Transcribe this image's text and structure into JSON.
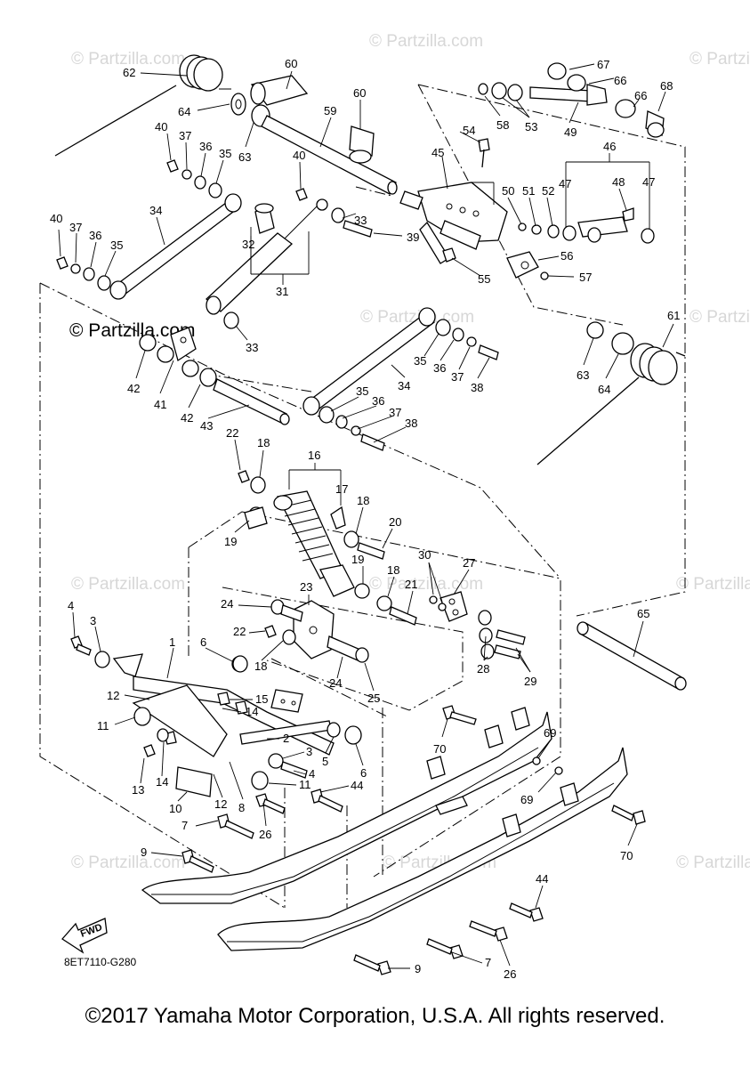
{
  "watermark": {
    "site": "© Partzilla.com"
  },
  "brand": {
    "text": "© Partzilla.com"
  },
  "diagram_code": "8ET7110-G280",
  "fwd_label": "FWD",
  "copyright": "©2017 Yamaha Motor Corporation, U.S.A. All rights reserved.",
  "callouts": [
    {
      "id": "c62",
      "text": "62"
    },
    {
      "id": "c60a",
      "text": "60"
    },
    {
      "id": "c60b",
      "text": "60"
    },
    {
      "id": "c64a",
      "text": "64"
    },
    {
      "id": "c59",
      "text": "59"
    },
    {
      "id": "c63a",
      "text": "63"
    },
    {
      "id": "c40a",
      "text": "40"
    },
    {
      "id": "c37a",
      "text": "37"
    },
    {
      "id": "c36a",
      "text": "36"
    },
    {
      "id": "c35a",
      "text": "35"
    },
    {
      "id": "c40b",
      "text": "40"
    },
    {
      "id": "c34a",
      "text": "34"
    },
    {
      "id": "c40c",
      "text": "40"
    },
    {
      "id": "c37b",
      "text": "37"
    },
    {
      "id": "c36b",
      "text": "36"
    },
    {
      "id": "c35b",
      "text": "35"
    },
    {
      "id": "c32",
      "text": "32"
    },
    {
      "id": "c31",
      "text": "31"
    },
    {
      "id": "c33a",
      "text": "33"
    },
    {
      "id": "c39",
      "text": "39"
    },
    {
      "id": "c33b",
      "text": "33"
    },
    {
      "id": "c67",
      "text": "67"
    },
    {
      "id": "c66a",
      "text": "66"
    },
    {
      "id": "c66b",
      "text": "66"
    },
    {
      "id": "c68",
      "text": "68"
    },
    {
      "id": "c58",
      "text": "58"
    },
    {
      "id": "c53",
      "text": "53"
    },
    {
      "id": "c49",
      "text": "49"
    },
    {
      "id": "c54",
      "text": "54"
    },
    {
      "id": "c45",
      "text": "45"
    },
    {
      "id": "c46",
      "text": "46"
    },
    {
      "id": "c50",
      "text": "50"
    },
    {
      "id": "c51",
      "text": "51"
    },
    {
      "id": "c52",
      "text": "52"
    },
    {
      "id": "c47a",
      "text": "47"
    },
    {
      "id": "c48",
      "text": "48"
    },
    {
      "id": "c47b",
      "text": "47"
    },
    {
      "id": "c56",
      "text": "56"
    },
    {
      "id": "c55",
      "text": "55"
    },
    {
      "id": "c57",
      "text": "57"
    },
    {
      "id": "c61",
      "text": "61"
    },
    {
      "id": "c63b",
      "text": "63"
    },
    {
      "id": "c64b",
      "text": "64"
    },
    {
      "id": "c42a",
      "text": "42"
    },
    {
      "id": "c41",
      "text": "41"
    },
    {
      "id": "c42b",
      "text": "42"
    },
    {
      "id": "c43",
      "text": "43"
    },
    {
      "id": "c35c",
      "text": "35"
    },
    {
      "id": "c36c",
      "text": "36"
    },
    {
      "id": "c37c",
      "text": "37"
    },
    {
      "id": "c38a",
      "text": "38"
    },
    {
      "id": "c34b",
      "text": "34"
    },
    {
      "id": "c35d",
      "text": "35"
    },
    {
      "id": "c36d",
      "text": "36"
    },
    {
      "id": "c37d",
      "text": "37"
    },
    {
      "id": "c38b",
      "text": "38"
    },
    {
      "id": "c22a",
      "text": "22"
    },
    {
      "id": "c18a",
      "text": "18"
    },
    {
      "id": "c16",
      "text": "16"
    },
    {
      "id": "c17",
      "text": "17"
    },
    {
      "id": "c19a",
      "text": "19"
    },
    {
      "id": "c18b",
      "text": "18"
    },
    {
      "id": "c20",
      "text": "20"
    },
    {
      "id": "c19b",
      "text": "19"
    },
    {
      "id": "c18c",
      "text": "18"
    },
    {
      "id": "c30",
      "text": "30"
    },
    {
      "id": "c27",
      "text": "27"
    },
    {
      "id": "c21",
      "text": "21"
    },
    {
      "id": "c23",
      "text": "23"
    },
    {
      "id": "c24a",
      "text": "24"
    },
    {
      "id": "c22b",
      "text": "22"
    },
    {
      "id": "c18d",
      "text": "18"
    },
    {
      "id": "c24b",
      "text": "24"
    },
    {
      "id": "c25",
      "text": "25"
    },
    {
      "id": "c28",
      "text": "28"
    },
    {
      "id": "c29",
      "text": "29"
    },
    {
      "id": "c65",
      "text": "65"
    },
    {
      "id": "c4a",
      "text": "4"
    },
    {
      "id": "c3a",
      "text": "3"
    },
    {
      "id": "c1",
      "text": "1"
    },
    {
      "id": "c6a",
      "text": "6"
    },
    {
      "id": "c12a",
      "text": "12"
    },
    {
      "id": "c15",
      "text": "15"
    },
    {
      "id": "c14a",
      "text": "14"
    },
    {
      "id": "c11a",
      "text": "11"
    },
    {
      "id": "c2",
      "text": "2"
    },
    {
      "id": "c3b",
      "text": "3"
    },
    {
      "id": "c5",
      "text": "5"
    },
    {
      "id": "c6b",
      "text": "6"
    },
    {
      "id": "c4b",
      "text": "4"
    },
    {
      "id": "c13",
      "text": "13"
    },
    {
      "id": "c14b",
      "text": "14"
    },
    {
      "id": "c12b",
      "text": "12"
    },
    {
      "id": "c8",
      "text": "8"
    },
    {
      "id": "c11b",
      "text": "11"
    },
    {
      "id": "c44a",
      "text": "44"
    },
    {
      "id": "c10",
      "text": "10"
    },
    {
      "id": "c7a",
      "text": "7"
    },
    {
      "id": "c26a",
      "text": "26"
    },
    {
      "id": "c70a",
      "text": "70"
    },
    {
      "id": "c69a",
      "text": "69"
    },
    {
      "id": "c69b",
      "text": "69"
    },
    {
      "id": "c70b",
      "text": "70"
    },
    {
      "id": "c9a",
      "text": "9"
    },
    {
      "id": "c44b",
      "text": "44"
    },
    {
      "id": "c7b",
      "text": "7"
    },
    {
      "id": "c9b",
      "text": "9"
    },
    {
      "id": "c26b",
      "text": "26"
    }
  ]
}
